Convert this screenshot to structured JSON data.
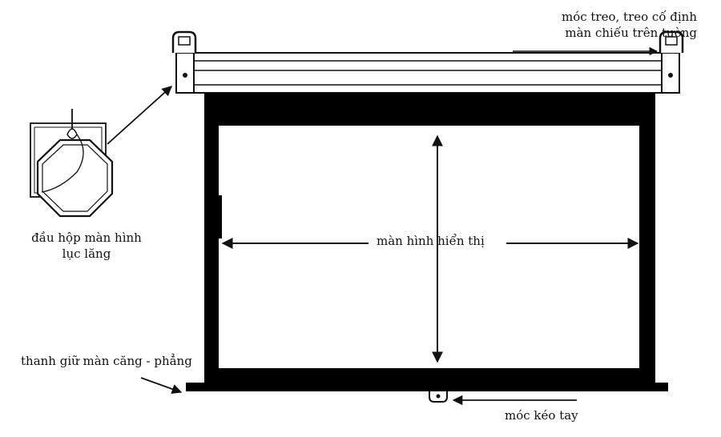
{
  "labels": {
    "hook_top_line1": "móc treo, treo cố định",
    "hook_top_line2": "màn chiếu trên tường",
    "box_end_line1": "đầu hộp màn hình",
    "box_end_line2": "lục lăng",
    "display_area": "màn hình hiển thị",
    "bottom_bar": "thanh giữ màn căng - phẳng",
    "pull_hook": "móc kéo tay"
  },
  "colors": {
    "stroke": "#111111",
    "frame": "#000000",
    "background": "#ffffff"
  }
}
